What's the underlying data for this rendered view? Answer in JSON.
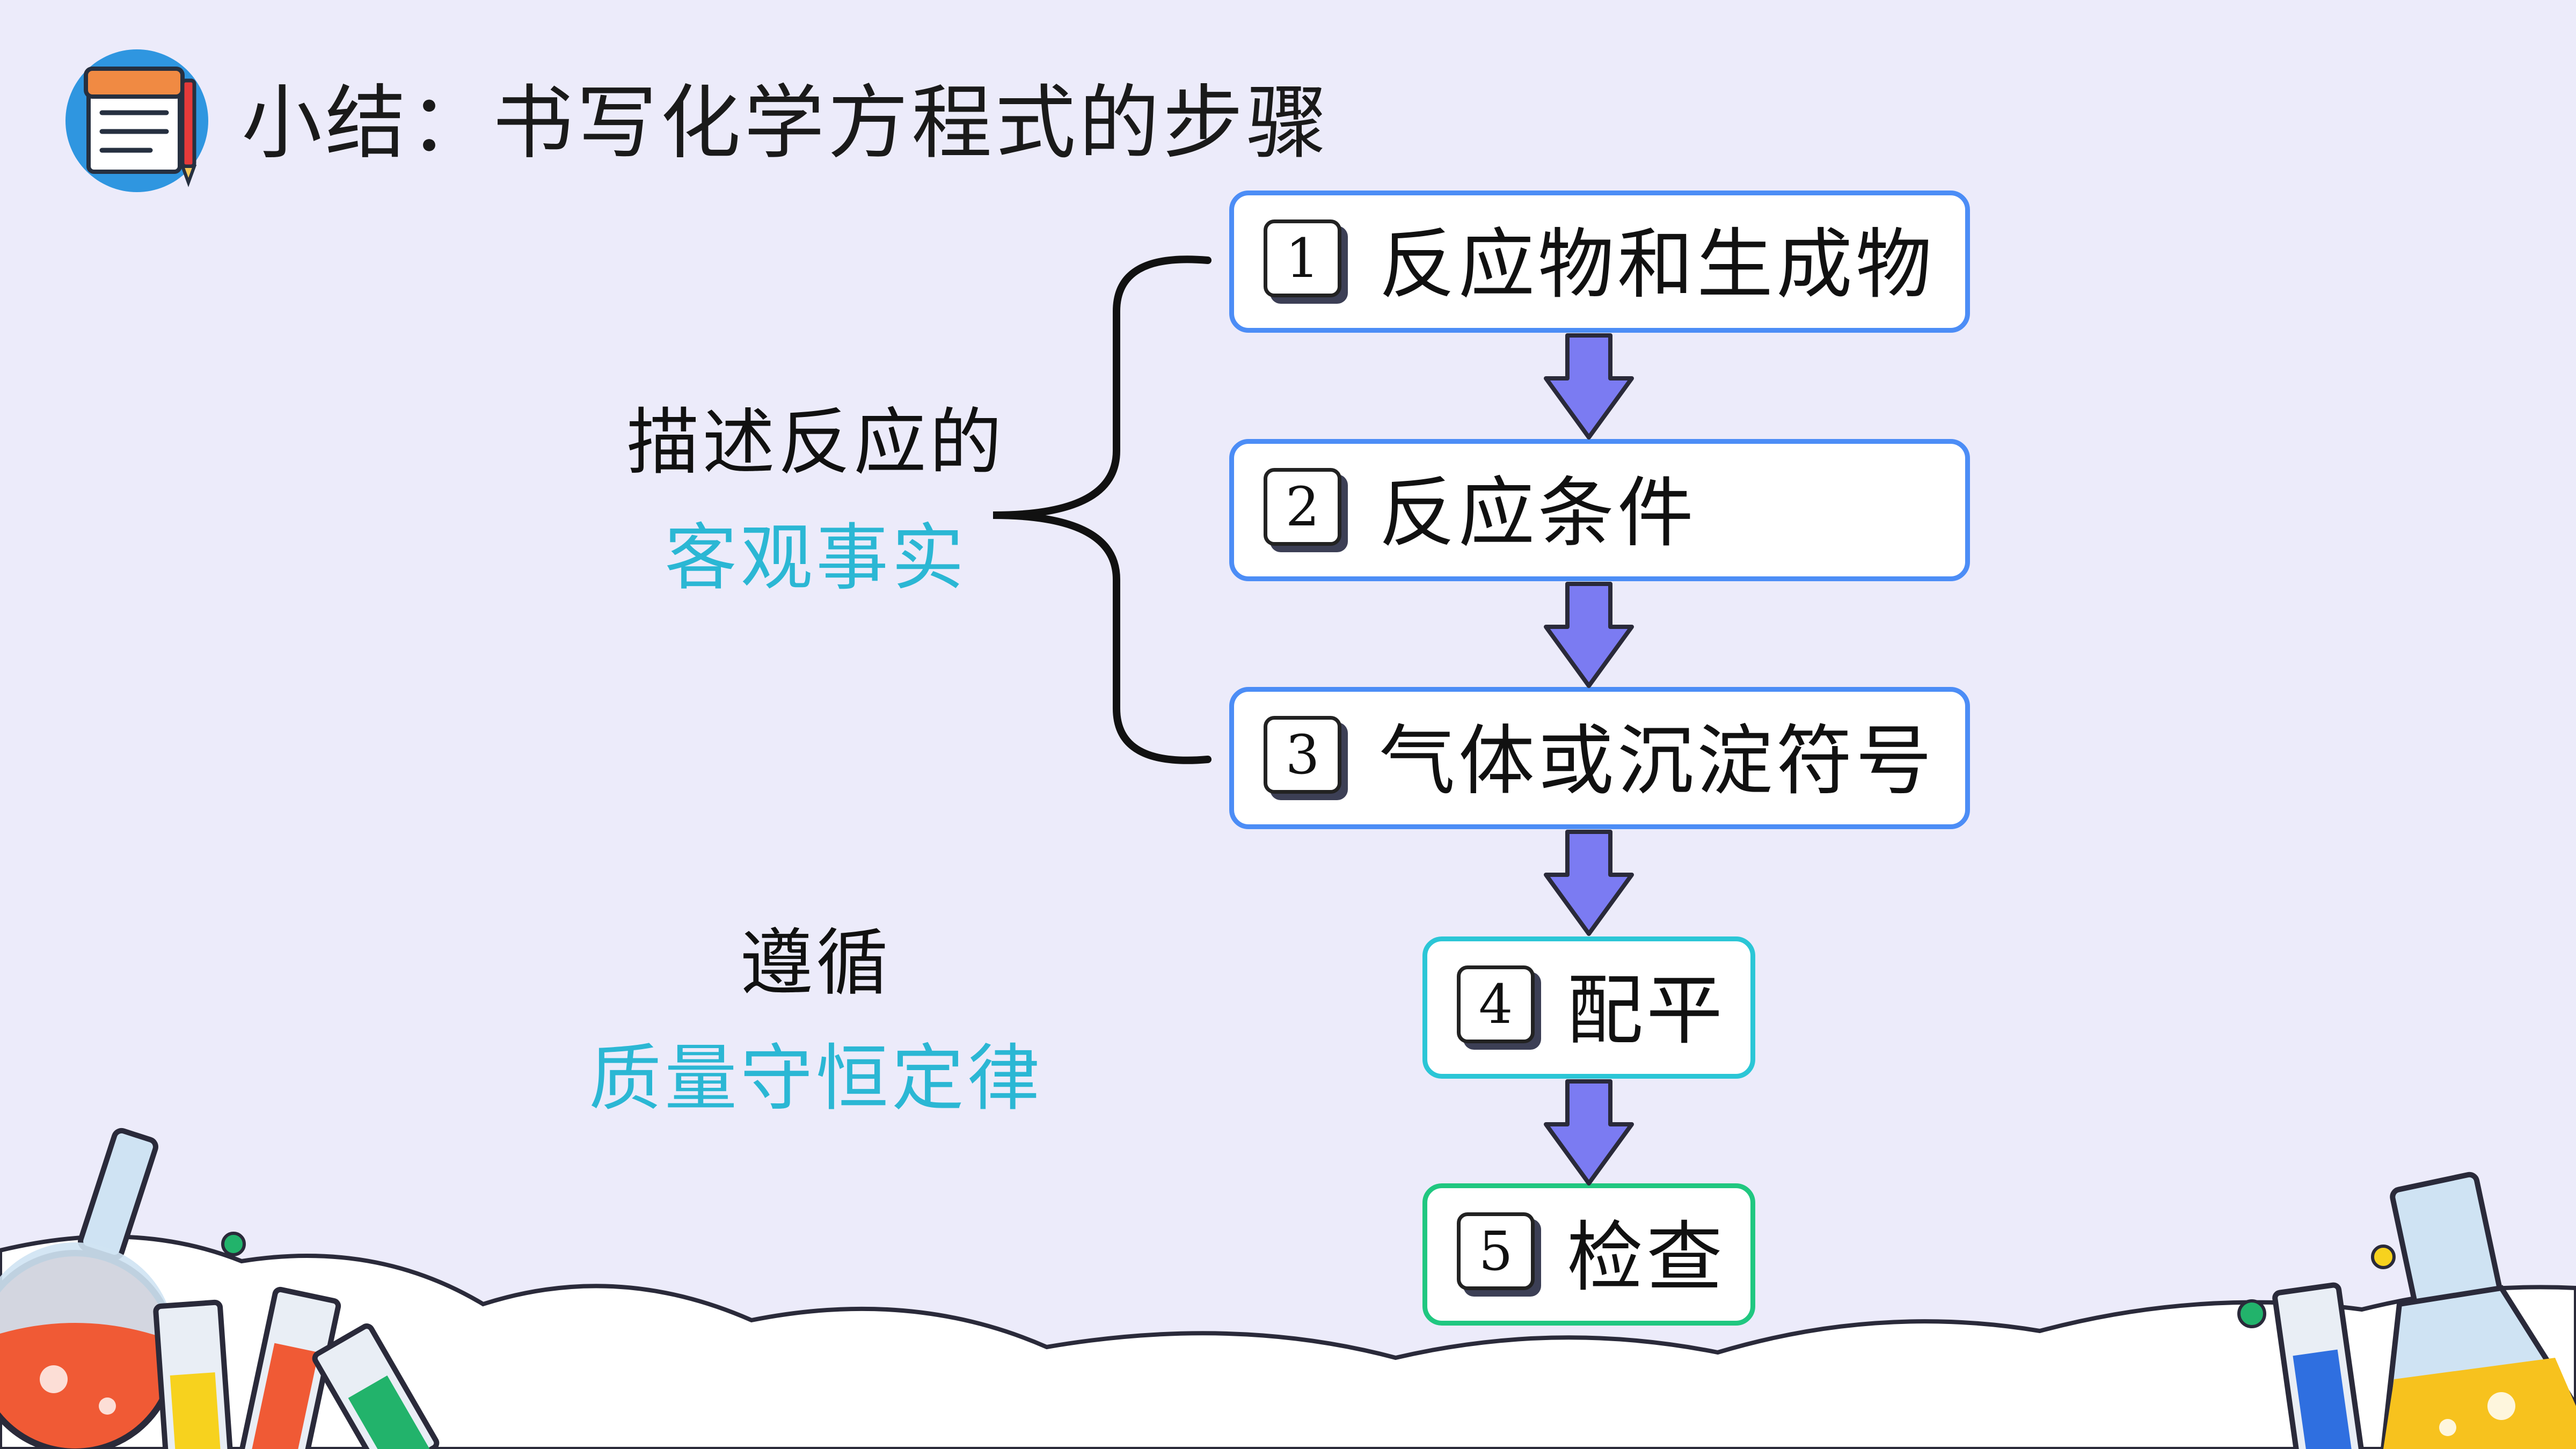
{
  "title": "小结：书写化学方程式的步骤",
  "steps": [
    {
      "num": "1",
      "label": "反应物和生成物"
    },
    {
      "num": "2",
      "label": "反应条件"
    },
    {
      "num": "3",
      "label": "气体或沉淀符号"
    },
    {
      "num": "4",
      "label": "配平"
    },
    {
      "num": "5",
      "label": "检查"
    }
  ],
  "brace_group": {
    "line1": "描述反应的",
    "line2": "客观事实"
  },
  "follow_group": {
    "line1": "遵循",
    "line2": "质量守恒定律"
  },
  "colors": {
    "background": "#ECEBFA",
    "box_blue": "#4C8DF6",
    "box_cyan": "#2BC6D6",
    "box_green": "#20C780",
    "arrow": "#7B7BF2",
    "highlight_text": "#2BB7D4"
  },
  "icons": [
    "notepad-icon",
    "flask-icon",
    "test-tube-icon"
  ]
}
